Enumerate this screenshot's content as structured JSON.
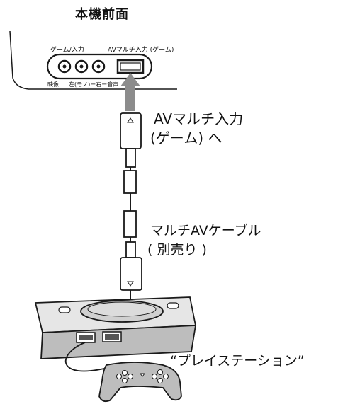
{
  "title": "本機前面",
  "panel": {
    "label_game_input": "ゲーム/入力",
    "label_av_multi": "AVマルチ入力 (ゲーム)",
    "label_video": "映像",
    "label_audio": "左(モノ)ー右ー音声"
  },
  "callouts": {
    "av_line1": "AVマルチ入力",
    "av_line2": "(ゲーム) へ",
    "cable_line1": "マルチAVケーブル",
    "cable_line2": "( 別売り )",
    "console": "“プレイステーション”"
  },
  "icons": [
    "arrow-up-icon",
    "cable-plug-icon",
    "console-icon",
    "controller-icon"
  ],
  "colors": {
    "line": "#1a1a1a",
    "shade": "#8c8c8c",
    "body": "#d6d6d6"
  }
}
